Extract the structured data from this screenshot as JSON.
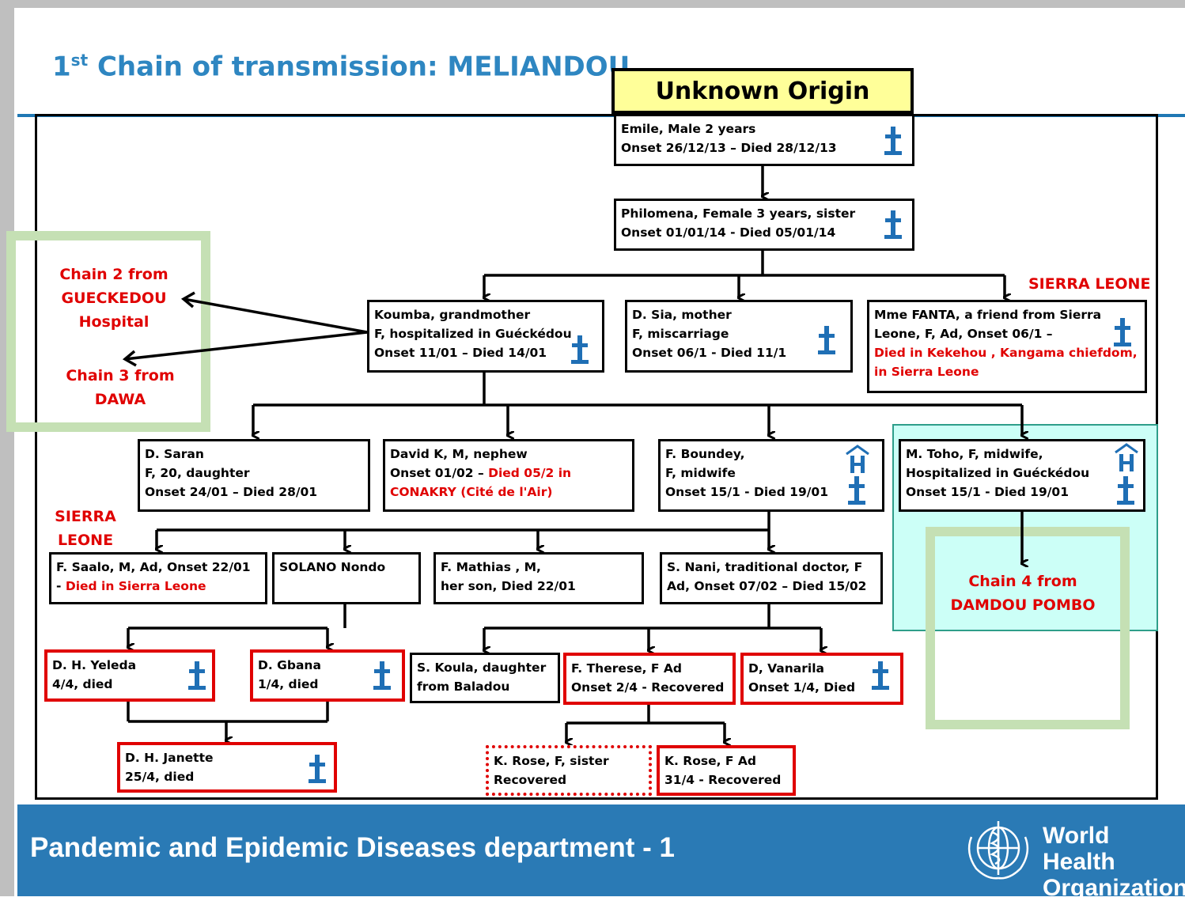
{
  "title": {
    "prefix": "1",
    "sup": "st",
    "text": " Chain of transmission: MELIANDOU"
  },
  "origin": "Unknown Origin",
  "nodes": {
    "emile": [
      "Emile, Male 2 years",
      "Onset 26/12/13 – Died 28/12/13"
    ],
    "philomena": [
      "Philomena, Female 3 years, sister",
      "Onset 01/01/14 - Died 05/01/14"
    ],
    "koumba": [
      "Koumba, grandmother",
      "F, hospitalized in Guéckédou",
      "Onset 11/01 – Died 14/01"
    ],
    "dsia": [
      "D. Sia, mother",
      "F, miscarriage",
      "Onset 06/1 - Died 11/1"
    ],
    "fanta": {
      "l1": "Mme FANTA, a friend from Sierra",
      "l2": "Leone, F, Ad, Onset 06/1 –",
      "l3": "Died in Kekehou , Kangama chiefdom,",
      "l4": "in Sierra Leone"
    },
    "saran": [
      "D. Saran",
      "F, 20, daughter",
      "Onset 24/01 – Died 28/01"
    ],
    "david": {
      "l1": "David K, M, nephew",
      "l2a": "Onset 01/02 – ",
      "l2b": "Died 05/2 in",
      "l3": "CONAKRY (Cité de l'Air)"
    },
    "boundey": [
      "F. Boundey,",
      "F, midwife",
      "Onset 15/1 - Died 19/01"
    ],
    "toho": [
      "M. Toho, F, midwife,",
      "Hospitalized in Guéckédou",
      "Onset 15/1 - Died 19/01"
    ],
    "saalo": {
      "l1": "F. Saalo, M, Ad, Onset 22/01",
      "l2a": "- ",
      "l2b": "Died in Sierra Leone"
    },
    "solano": [
      "SOLANO Nondo"
    ],
    "mathias": [
      "F. Mathias , M,",
      "her son, Died 22/01"
    ],
    "nani": [
      "S. Nani, traditional doctor, F",
      "Ad, Onset 07/02 – Died 15/02"
    ],
    "yeleda": [
      "D. H. Yeleda",
      "4/4, died"
    ],
    "gbana": [
      "D. Gbana",
      "1/4, died"
    ],
    "koula": [
      "S. Koula, daughter",
      "from Baladou"
    ],
    "therese": [
      "F. Therese, F Ad",
      "Onset 2/4 - Recovered"
    ],
    "vanarila": [
      "D, Vanarila",
      "Onset 1/4, Died"
    ],
    "janette": [
      "D. H. Janette",
      "25/4, died"
    ],
    "krose1": [
      "K. Rose, F, sister",
      "Recovered"
    ],
    "krose2": [
      "K. Rose, F Ad",
      "31/4 - Recovered"
    ]
  },
  "labels": {
    "chain2": [
      "Chain  2 from",
      "GUECKEDOU",
      "Hospital"
    ],
    "chain3": [
      "Chain  3 from",
      "DAWA"
    ],
    "chain4": [
      "Chain  4 from",
      "DAMDOU  POMBO"
    ],
    "sierra_top": "SIERRA LEONE",
    "sierra_left": [
      "SIERRA",
      "LEONE"
    ]
  },
  "footer": "Pandemic and Epidemic Diseases department - 1",
  "who": [
    "World Health",
    "Organization"
  ],
  "colors": {
    "accent_blue": "#2a7ab5",
    "title_blue": "#2e86c1",
    "red": "#e00000",
    "green": "#c5e0b4",
    "origin_yellow": "#ffff99",
    "cyan": "#ccfff7"
  }
}
